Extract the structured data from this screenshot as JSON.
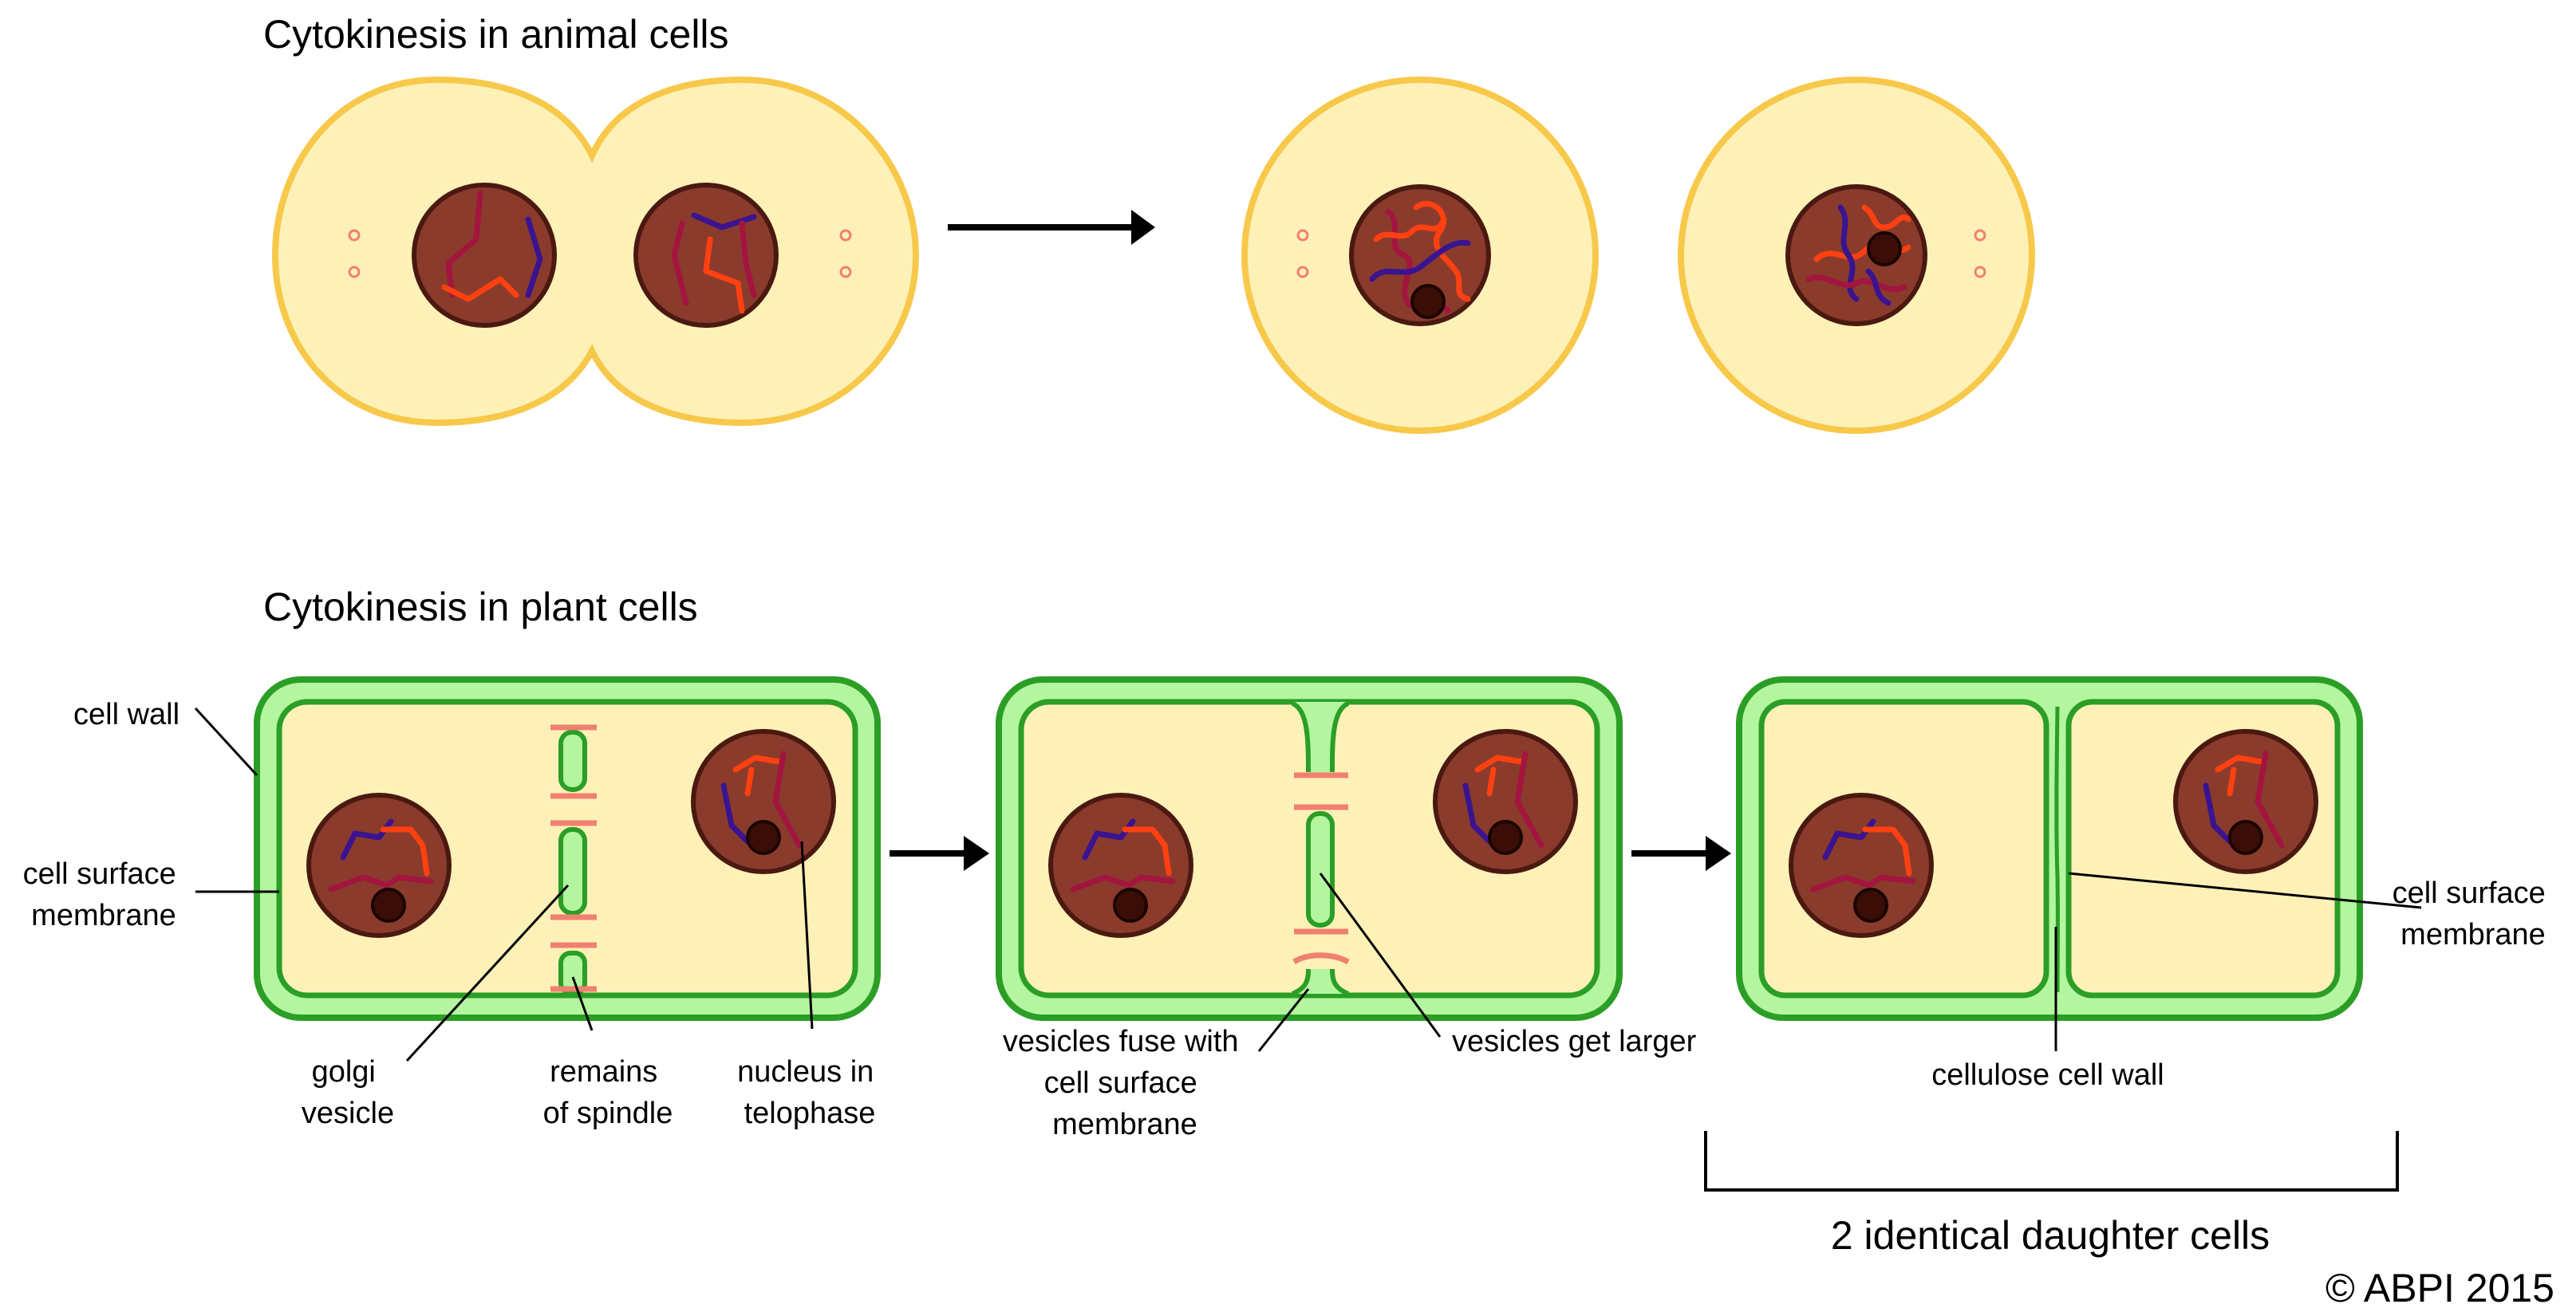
{
  "titles": {
    "animal": "Cytokinesis in animal cells",
    "plant": "Cytokinesis in plant cells"
  },
  "labels": {
    "cell_wall": "cell wall",
    "cell_surface_membrane_left": [
      "cell surface",
      "membrane"
    ],
    "golgi_vesicle": [
      "golgi",
      "vesicle"
    ],
    "remains_of_spindle": [
      "remains",
      "of spindle"
    ],
    "nucleus_in_telophase": [
      "nucleus in",
      "telophase"
    ],
    "vesicles_fuse": [
      "vesicles fuse with",
      "cell surface",
      "membrane"
    ],
    "vesicles_get_larger": "vesicles get larger",
    "cellulose_cell_wall": "cellulose cell wall",
    "cell_surface_membrane_right": [
      "cell surface",
      "membrane"
    ],
    "daughter_cells": "2 identical daughter cells",
    "copyright": "© ABPI 2015"
  },
  "colors": {
    "cytoplasm": "#fdf1b8",
    "animal_membrane": "#f7c84a",
    "cell_wall": "#b4f5a0",
    "plant_membrane": "#2b9e26",
    "nucleus": "#8a3b2c",
    "nucleus_outline": "#4a1910",
    "nucleolus": "#3b0d07",
    "chromosome_red": "#ff4010",
    "chromosome_crimson": "#a3143f",
    "chromosome_purple": "#3a1490",
    "spindle": "#f08070",
    "arrow": "#000000"
  }
}
